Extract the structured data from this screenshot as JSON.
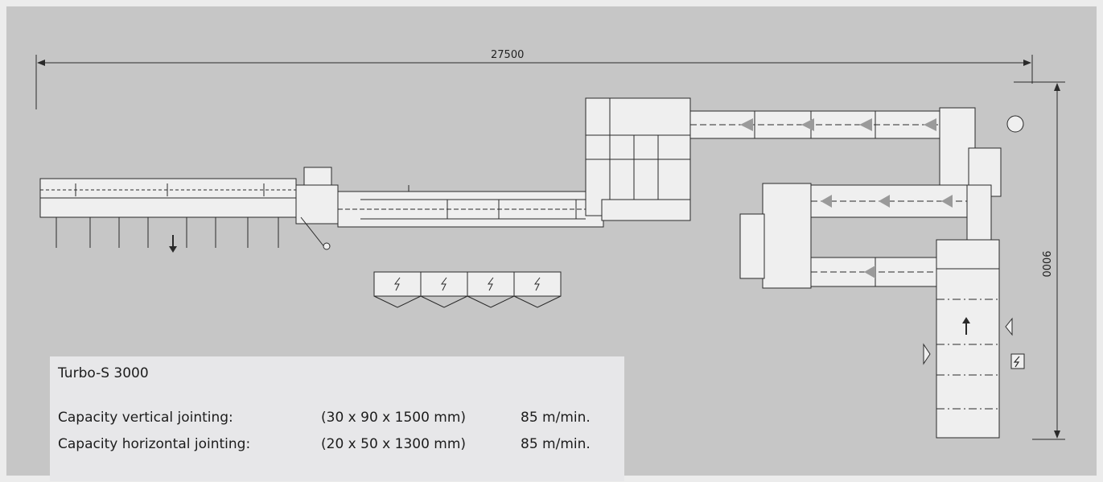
{
  "dimensions": {
    "length": "27500",
    "width": "9000"
  },
  "specs": {
    "model": "Turbo-S 3000",
    "rows": [
      {
        "label": "Capacity vertical jointing:",
        "size": "(30 x 90 x 1500 mm)",
        "speed": "85 m/min."
      },
      {
        "label": "Capacity horizontal jointing:",
        "size": "(20 x 50 x 1300 mm)",
        "speed": "85 m/min."
      }
    ]
  },
  "colors": {
    "background": "#c6c6c6",
    "panel": "#e7e7e9",
    "line": "#2a2a2a",
    "machine_fill": "#efefef"
  },
  "icons": [
    "lightning-bolt-icon",
    "arrow-down-icon",
    "arrow-up-icon",
    "dimension-arrow-icon"
  ]
}
